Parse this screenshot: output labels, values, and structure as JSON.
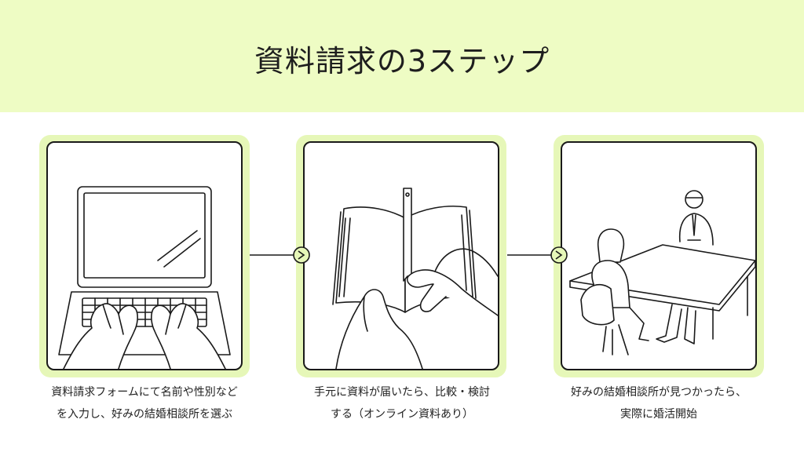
{
  "title": "資料請求の3ステップ",
  "steps": [
    {
      "illustration": "laptop-typing-icon",
      "caption_line1": "資料請求フォームにて名前や性別など",
      "caption_line2": "を入力し、好みの結婚相談所を選ぶ"
    },
    {
      "illustration": "open-book-icon",
      "caption_line1": "手元に資料が届いたら、比較・検討",
      "caption_line2": "する（オンライン資料あり）"
    },
    {
      "illustration": "consultation-meeting-icon",
      "caption_line1": "好みの結婚相談所が見つかったら、",
      "caption_line2": "実際に婚活開始"
    }
  ],
  "colors": {
    "header_bg": "#eefcc4",
    "card_frame": "#e6f7b8",
    "arrow_node": "#e6f7b8",
    "line": "#1a1a1a"
  }
}
